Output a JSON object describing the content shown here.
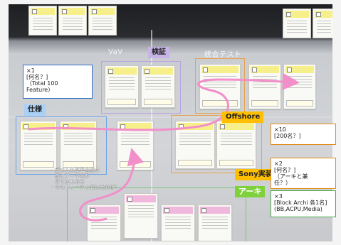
{
  "wall": {
    "vav_label": "VaV",
    "test_label": "統合テスト"
  },
  "tags": {
    "kensho": "検証",
    "shiyou": "仕様",
    "offshore": "Offshore",
    "sony": "Sony実装",
    "archi": "アーキ"
  },
  "notes": {
    "feature": "×1\n[何名？]\n（Total 100\nFeature）",
    "offshore": "×10\n[200名？]",
    "sony": "×2\n[何名？]\n（アーキと兼\n任？）",
    "archi": "×3\n[Block Archi 各1名]\n(BB,ACPU,Media)",
    "acceptance": "・受け入れ基準会議の\n　前にアーキ以外\n　作り込もある\n・今のフィーチャ的には分析？"
  },
  "colors": {
    "kensho_bg": "#c7b3e6",
    "shiyou_bg": "#a9d0f5",
    "offshore_bg": "#ffbf00",
    "sony_bg": "#ffbf00",
    "archi_bg": "#7fd13b",
    "flow_line": "#f28ec9",
    "note_blue_border": "#2f6cc9",
    "note_orange_border": "#e38b1a",
    "note_green_border": "#4aa84a"
  }
}
